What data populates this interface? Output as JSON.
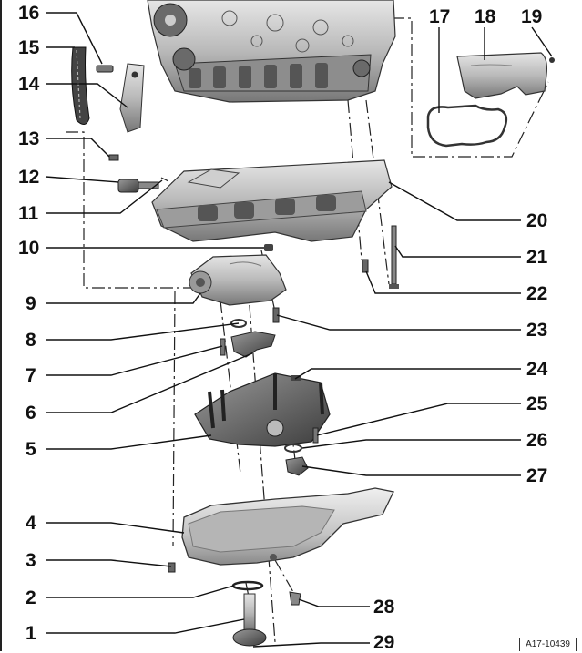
{
  "callouts": [
    {
      "id": "1",
      "label": "1"
    },
    {
      "id": "2",
      "label": "2"
    },
    {
      "id": "3",
      "label": "3"
    },
    {
      "id": "4",
      "label": "4"
    },
    {
      "id": "5",
      "label": "5"
    },
    {
      "id": "6",
      "label": "6"
    },
    {
      "id": "7",
      "label": "7"
    },
    {
      "id": "8",
      "label": "8"
    },
    {
      "id": "9",
      "label": "9"
    },
    {
      "id": "10",
      "label": "10"
    },
    {
      "id": "11",
      "label": "11"
    },
    {
      "id": "12",
      "label": "12"
    },
    {
      "id": "13",
      "label": "13"
    },
    {
      "id": "14",
      "label": "14"
    },
    {
      "id": "15",
      "label": "15"
    },
    {
      "id": "16",
      "label": "16"
    },
    {
      "id": "17",
      "label": "17"
    },
    {
      "id": "18",
      "label": "18"
    },
    {
      "id": "19",
      "label": "19"
    },
    {
      "id": "20",
      "label": "20"
    },
    {
      "id": "21",
      "label": "21"
    },
    {
      "id": "22",
      "label": "22"
    },
    {
      "id": "23",
      "label": "23"
    },
    {
      "id": "24",
      "label": "24"
    },
    {
      "id": "25",
      "label": "25"
    },
    {
      "id": "26",
      "label": "26"
    },
    {
      "id": "27",
      "label": "27"
    },
    {
      "id": "28",
      "label": "28"
    },
    {
      "id": "29",
      "label": "29"
    }
  ],
  "reference": "A17-10439",
  "colors": {
    "ink": "#111111",
    "part_light": "#d9d9d9",
    "part_mid": "#a8a8a8",
    "part_dark": "#5a5a5a"
  }
}
